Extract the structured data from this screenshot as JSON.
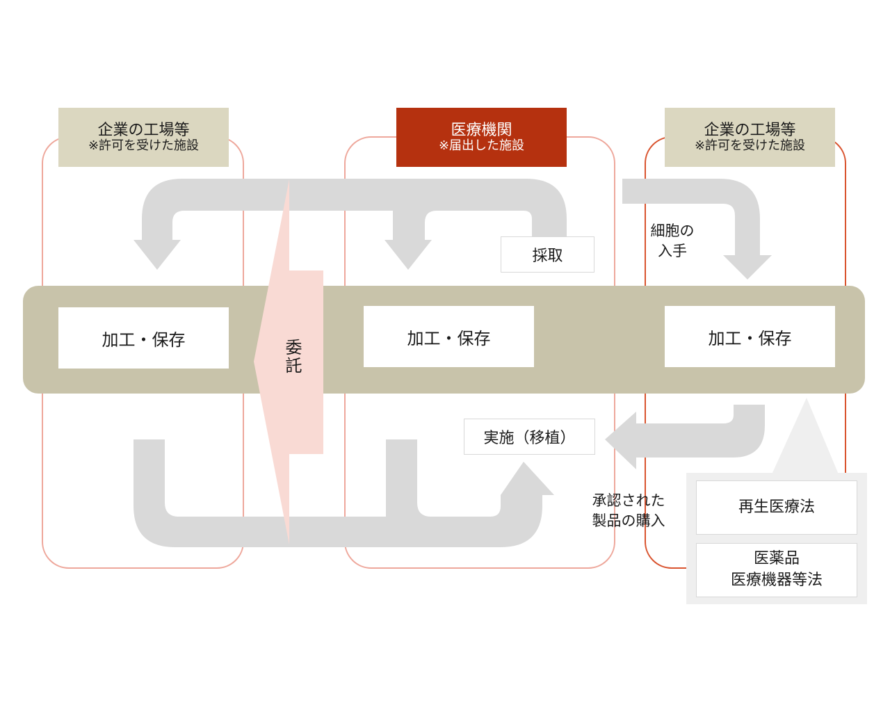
{
  "columns": {
    "left": {
      "title": "企業の工場等",
      "subtitle": "※許可を受けた施設",
      "process": "加工・保存"
    },
    "center": {
      "title": "医療機関",
      "subtitle": "※届出した施設",
      "process": "加工・保存"
    },
    "right": {
      "title": "企業の工場等",
      "subtitle": "※許可を受けた施設",
      "process": "加工・保存"
    }
  },
  "labels": {
    "collection": "採取",
    "cell_acquisition_line1": "細胞の",
    "cell_acquisition_line2": "入手",
    "consignment": "委託",
    "implementation": "実施（移植）",
    "purchase_line1": "承認された",
    "purchase_line2": "製品の購入"
  },
  "laws": {
    "regenerative": "再生医療法",
    "pmd_line1": "医薬品",
    "pmd_line2": "医療機器等法"
  },
  "colors": {
    "band": "#c8c3aa",
    "header_beige": "#dbd7c0",
    "header_red": "#b5310f",
    "flow_arrow": "#d9d9d9",
    "consign_arrow": "#f9dad4",
    "outline_light": "#eea79b",
    "outline_strong": "#d9532e"
  }
}
